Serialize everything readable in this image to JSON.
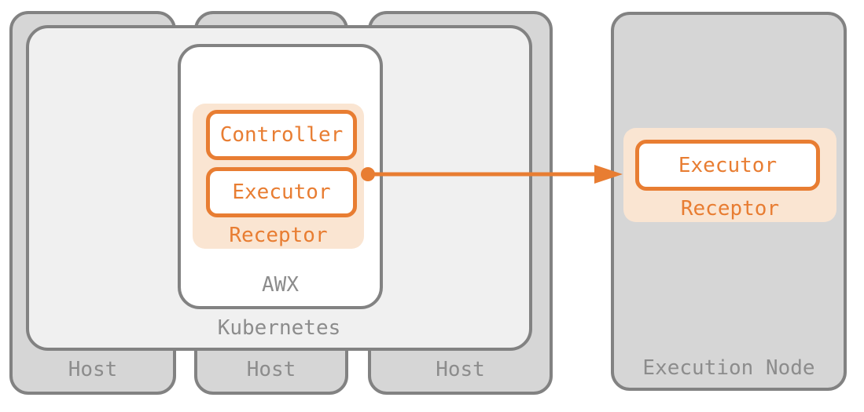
{
  "colors": {
    "orange": "#e87d32",
    "peach": "#fae5d2",
    "box_border_gray": "#828282",
    "host_fill": "#d6d6d6",
    "kubernetes_fill": "#f0f0f0",
    "label_gray": "#8c8c8c",
    "white": "#ffffff"
  },
  "diagram": {
    "hosts": [
      {
        "label": "Host"
      },
      {
        "label": "Host"
      },
      {
        "label": "Host"
      }
    ],
    "kubernetes": {
      "label": "Kubernetes"
    },
    "awx": {
      "label": "AWX",
      "receptor": {
        "label": "Receptor",
        "controller": {
          "label": "Controller"
        },
        "executor": {
          "label": "Executor"
        }
      }
    },
    "execution_node": {
      "label": "Execution Node",
      "receptor": {
        "label": "Receptor",
        "executor": {
          "label": "Executor"
        }
      }
    },
    "arrow": {
      "direction": "left-to-right"
    }
  }
}
